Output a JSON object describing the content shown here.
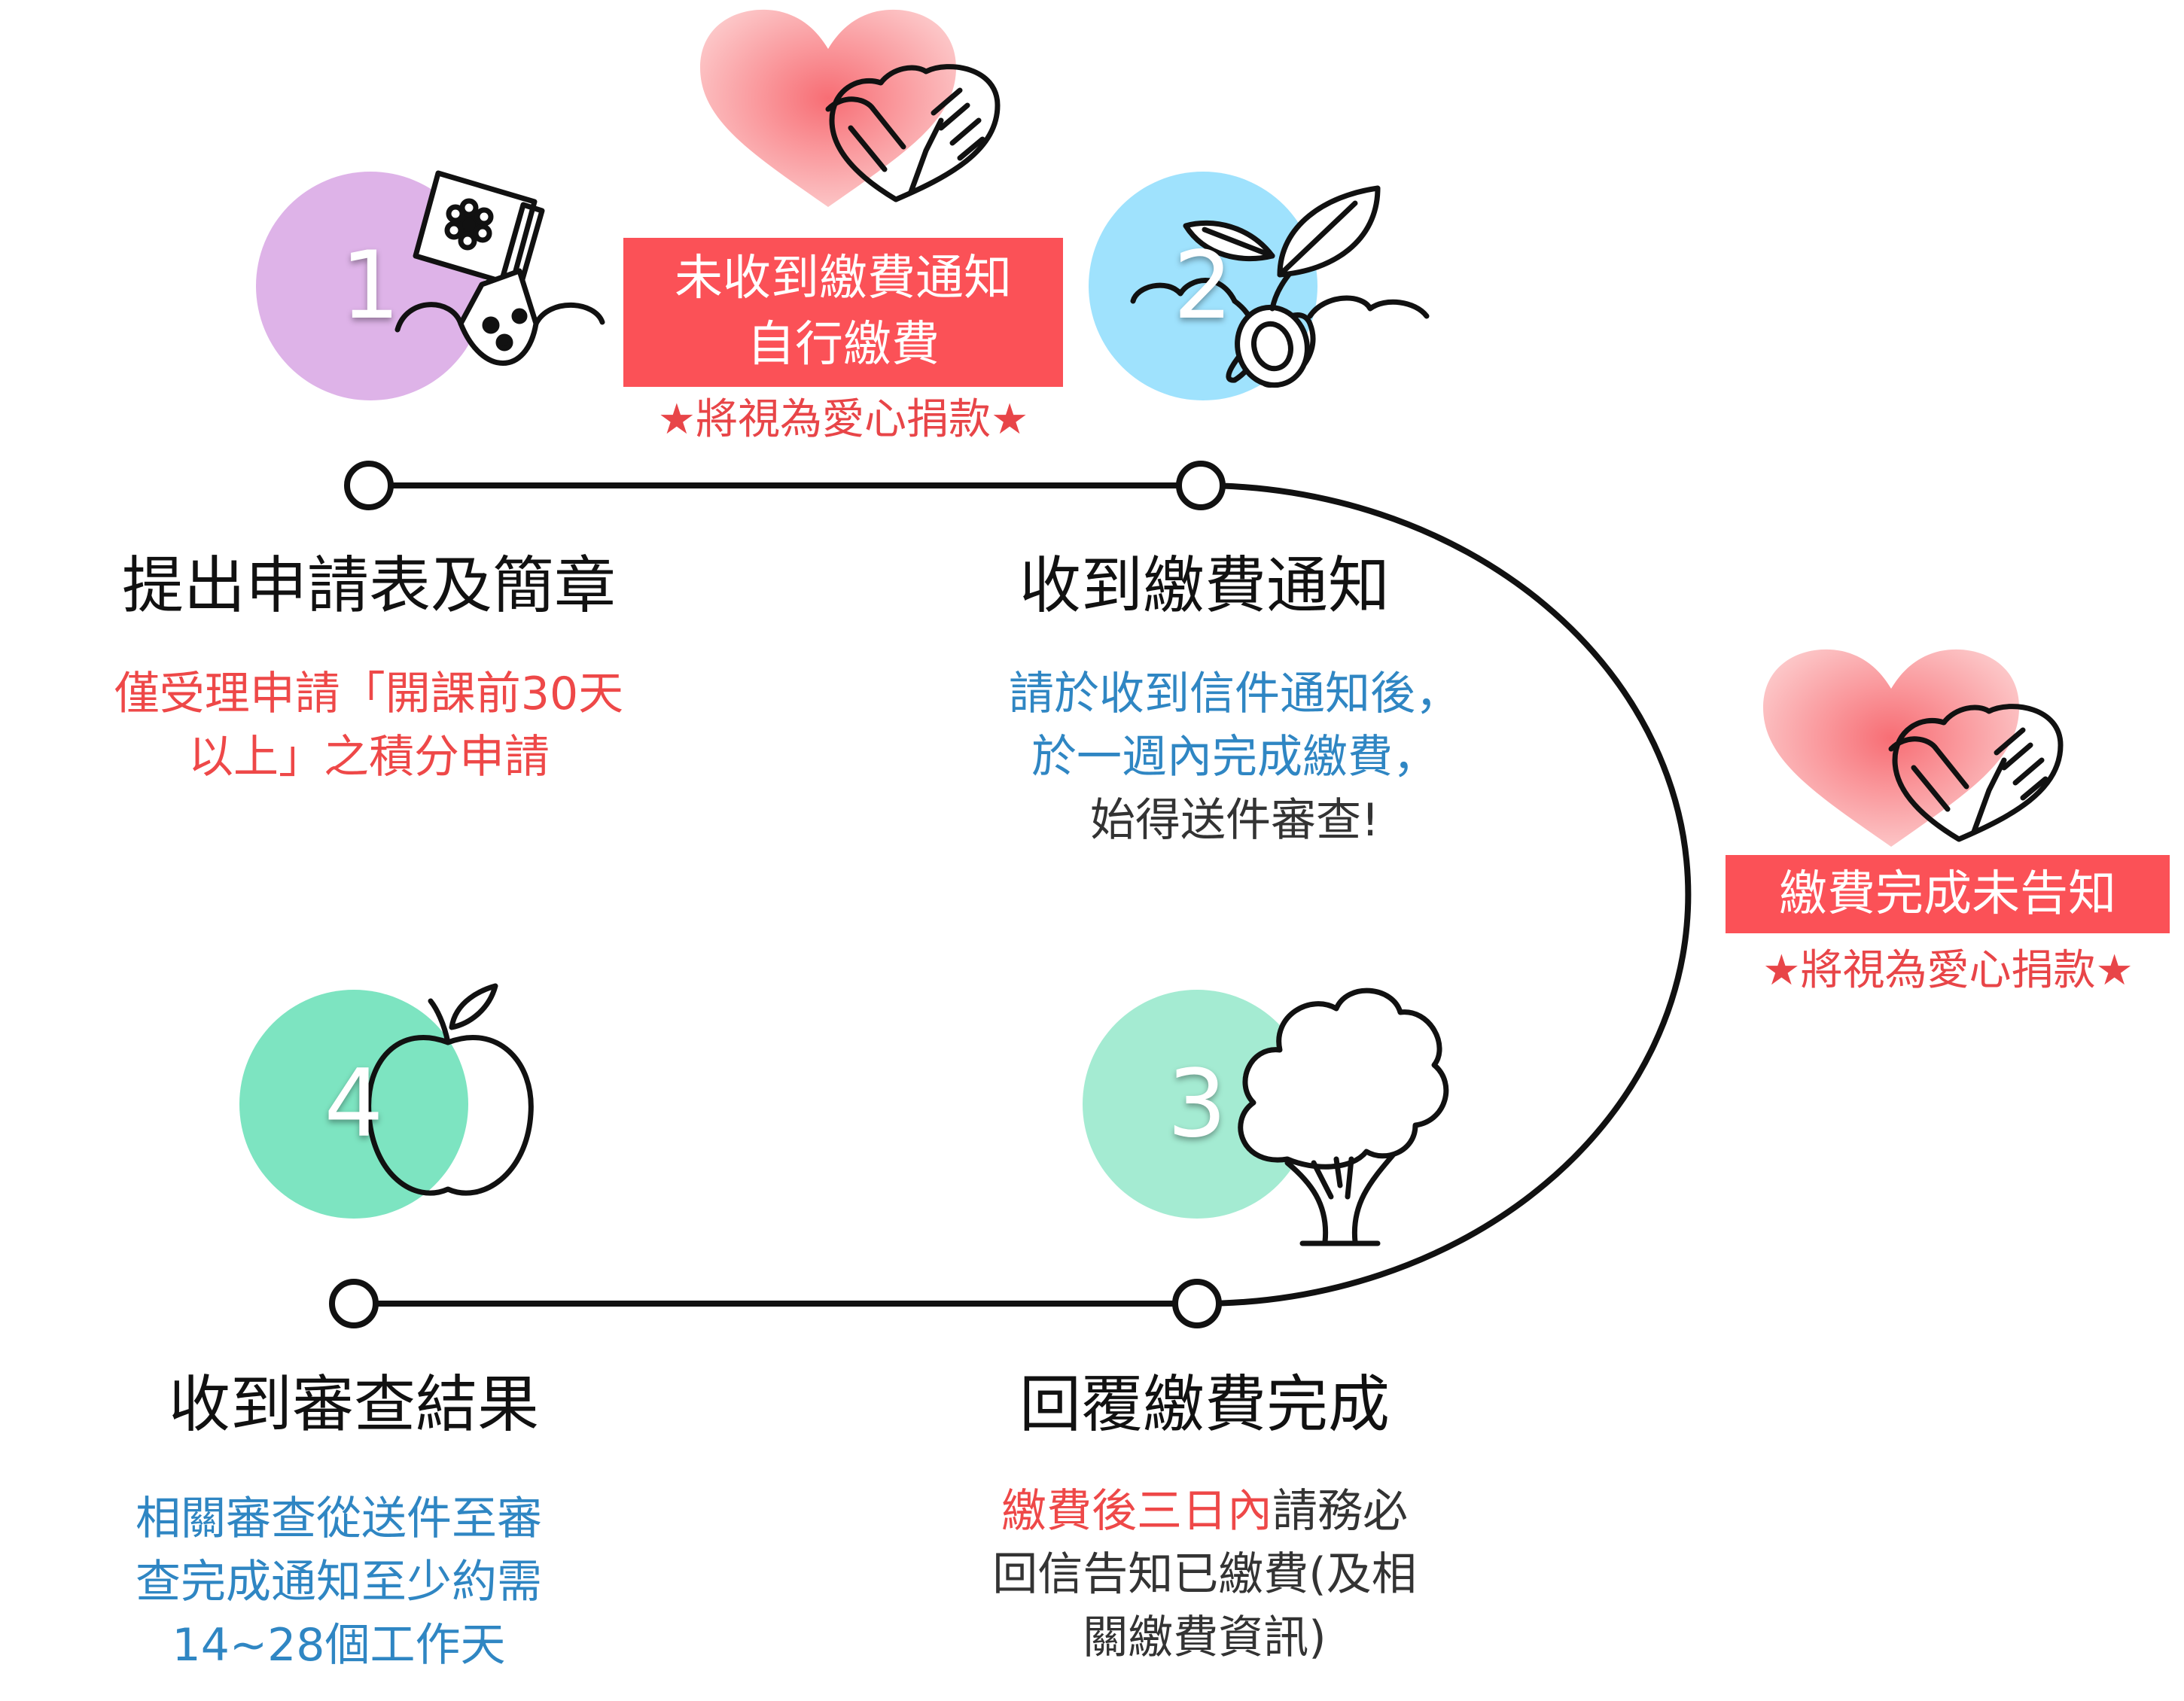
{
  "steps": [
    {
      "num": "1",
      "title": "提出申請表及簡章",
      "desc": [
        "僅受理申請「開課前30天",
        "以上」之積分申請"
      ]
    },
    {
      "num": "2",
      "title": "收到繳費通知",
      "desc": [
        "請於收到信件通知後，",
        "於一週內完成繳費，",
        "始得送件審查!"
      ]
    },
    {
      "num": "3",
      "title": "回覆繳費完成",
      "desc_highlight": "繳費後三日內",
      "desc_rest": "請務必",
      "desc": [
        "回信告知已繳費(及相",
        "關繳費資訊)"
      ]
    },
    {
      "num": "4",
      "title": "收到審查結果",
      "desc": [
        "相關審查從送件至審",
        "查完成通知至少約需",
        "14~28個工作天"
      ]
    }
  ],
  "notes": [
    {
      "lines": [
        "未收到繳費通知",
        "自行繳費"
      ],
      "star": "★將視為愛心捐款★"
    },
    {
      "lines": [
        "繳費完成未告知"
      ],
      "star": "★將視為愛心捐款★"
    }
  ],
  "colors": {
    "step1": "#deb3e8",
    "step2": "#9fe2fd",
    "step3": "#a4ebd2",
    "step4": "#7de4c1",
    "accent": "#fb5157",
    "text_red": "#ee4848",
    "text_blue": "#2f86c3"
  }
}
